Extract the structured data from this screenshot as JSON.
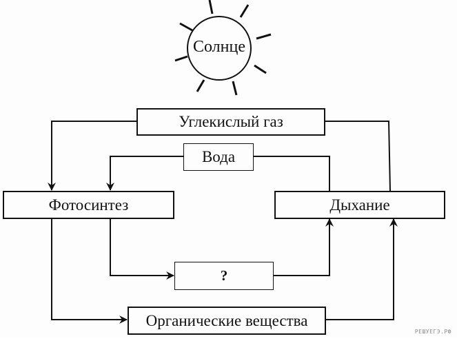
{
  "diagram": {
    "sun": {
      "label": "Солнце"
    },
    "nodes": {
      "co2": "Углекислый газ",
      "water": "Вода",
      "photosynthesis": "Фотосинтез",
      "respiration": "Дыхание",
      "unknown": "?",
      "organic": "Органические вещества"
    },
    "edges": [
      {
        "from": "Углекислый газ",
        "to": "Фотосинтез"
      },
      {
        "from": "Вода",
        "to": "Фотосинтез"
      },
      {
        "from": "Дыхание",
        "to": "Углекислый газ"
      },
      {
        "from": "Дыхание",
        "to": "Вода"
      },
      {
        "from": "Фотосинтез",
        "to": "?"
      },
      {
        "from": "?",
        "to": "Дыхание"
      },
      {
        "from": "Фотосинтез",
        "to": "Органические вещества"
      },
      {
        "from": "Органические вещества",
        "to": "Дыхание"
      }
    ]
  },
  "watermark": "РЕШУЕГЭ.РФ"
}
